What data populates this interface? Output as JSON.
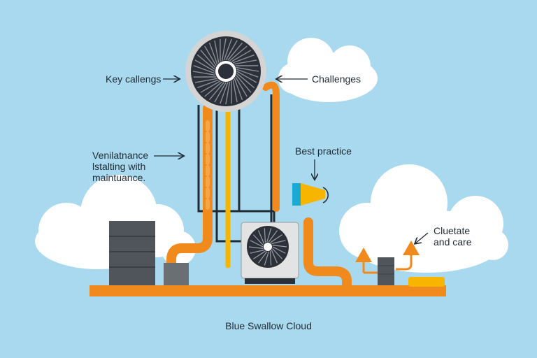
{
  "labels": {
    "key_challenges": "Key callengs",
    "challenges": "Challenges",
    "ventilation": [
      "Venilatnance",
      "lstalting with",
      "maintuance."
    ],
    "best_practice": "Best practice",
    "cluetate": [
      "Cluetate",
      "and care"
    ],
    "caption": "Blue Swallow Cloud"
  },
  "colors": {
    "sky": "#a9d9ee",
    "cloud": "#ffffff",
    "pipe": "#f08a1c",
    "pipe_light": "#f5a64a",
    "yellow": "#f7b500",
    "unit_gray": "#d9d9d9",
    "cabinet": "#4f555b",
    "fan_dark": "#2c3038",
    "cone_blue": "#1ba9d6"
  },
  "icons": [
    "fan-icon",
    "ac-unit-icon",
    "cone-speaker-icon",
    "server-cabinet-icon",
    "arrow-icon"
  ]
}
